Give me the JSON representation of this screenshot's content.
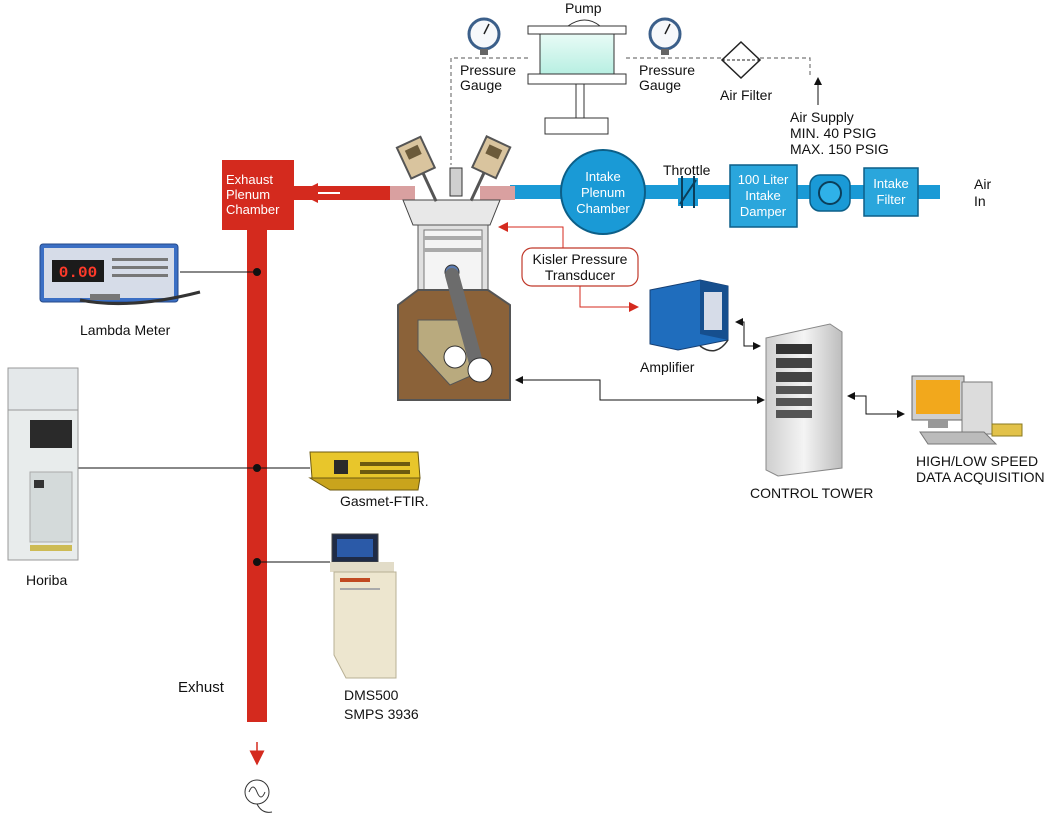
{
  "labels": {
    "pump": "Pump",
    "pressure_gauge_left": [
      "Pressure",
      "Gauge"
    ],
    "pressure_gauge_right": [
      "Pressure",
      "Gauge"
    ],
    "air_filter": "Air Filter",
    "air_supply": [
      "Air Supply",
      "MIN. 40 PSIG",
      "MAX. 150 PSIG"
    ],
    "exhaust_plenum": [
      "Exhaust",
      "Plenum",
      "Chamber"
    ],
    "intake_plenum": [
      "Intake",
      "Plenum",
      "Chamber"
    ],
    "throttle": "Throttle",
    "intake_damper": [
      "100 Liter",
      "Intake",
      "Damper"
    ],
    "intake_filter": [
      "Intake",
      "Filter"
    ],
    "air_in": [
      "Air",
      "In"
    ],
    "kisler": [
      "Kisler Pressure",
      "Transducer"
    ],
    "amplifier": "Amplifier",
    "lambda_meter": "Lambda Meter",
    "lambda_display": "0.00",
    "control_tower": "CONTROL TOWER",
    "daq": [
      "HIGH/LOW SPEED",
      "DATA ACQUISITION"
    ],
    "horiba": "Horiba",
    "gasmet": "Gasmet-FTIR.",
    "dms": [
      "DMS500",
      "SMPS 3936"
    ],
    "exhaust": "Exhust"
  },
  "colors": {
    "exhaust_red": "#d42a1e",
    "intake_blue": "#1a9ad6",
    "engine_brown": "#8b6239",
    "filter_box": "#2aa6dc"
  }
}
